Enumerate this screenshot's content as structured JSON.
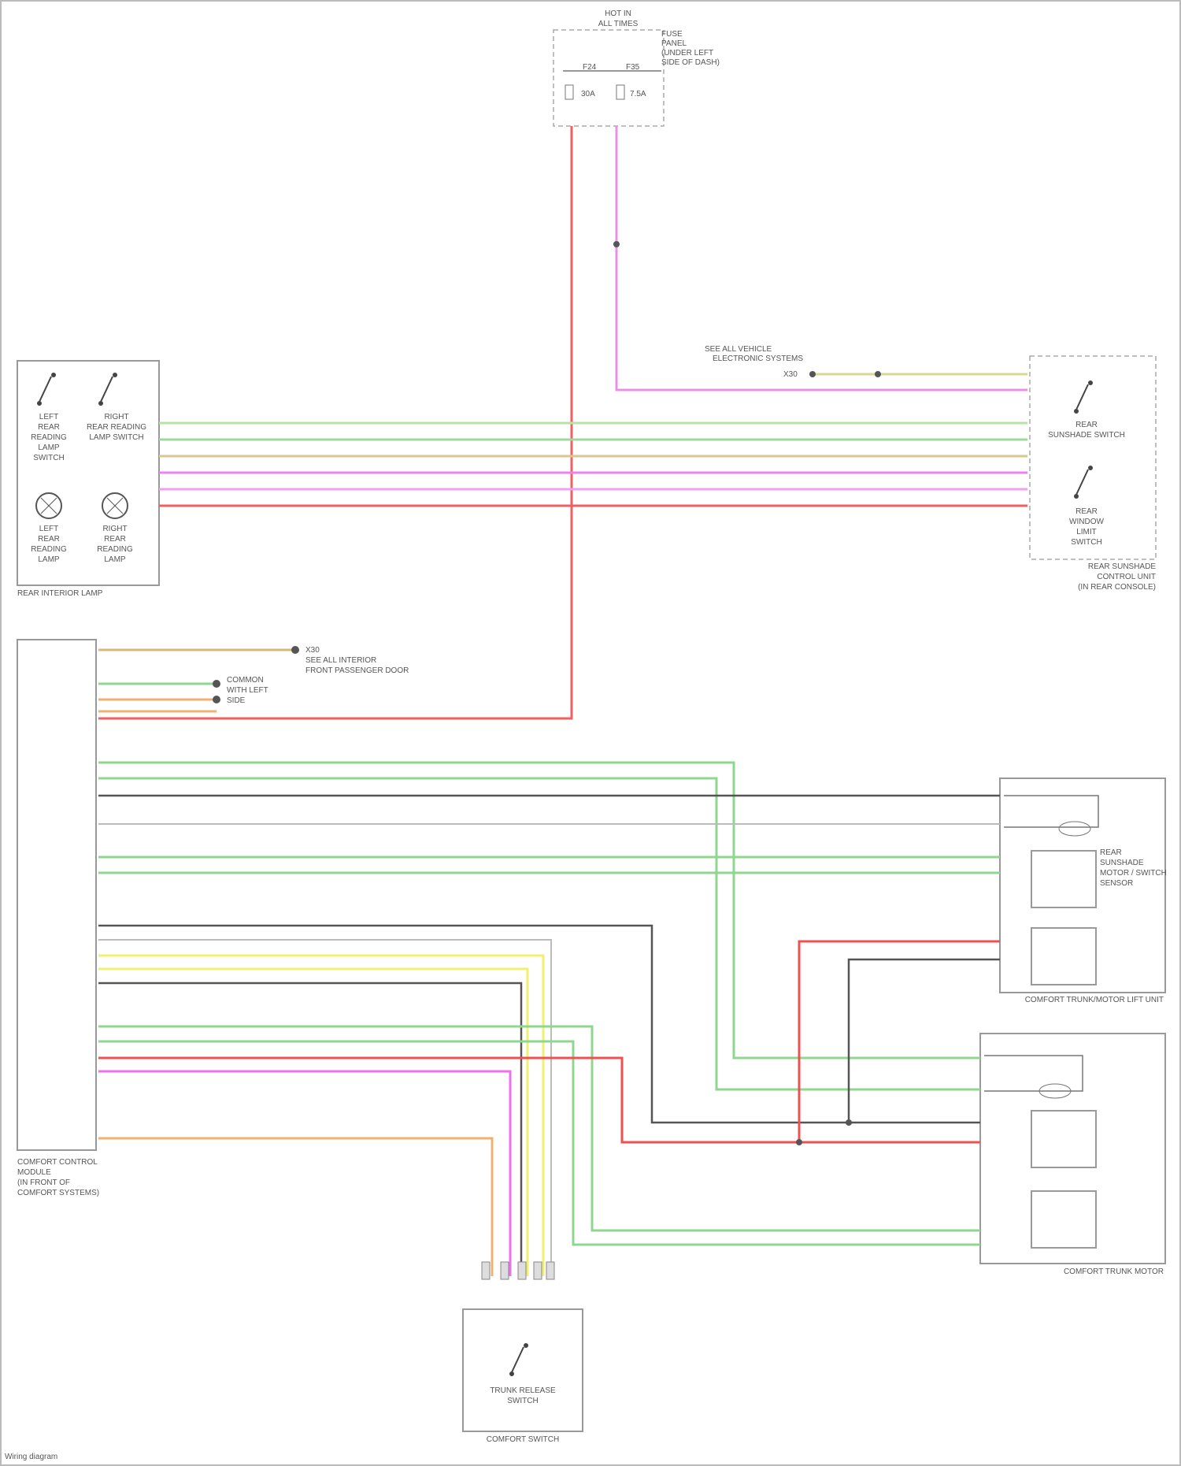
{
  "fuse_block": {
    "title_lines": [
      "HOT IN",
      "ALL TIMES"
    ],
    "box_lines": [
      "FUSE",
      "PANEL",
      "(UNDER LEFT",
      "SIDE OF DASH)"
    ],
    "fuses": [
      "F24",
      "F35"
    ],
    "amps": [
      "30A",
      "7.5A"
    ]
  },
  "left_switch_block": {
    "switch_labels": [
      [
        "LEFT",
        "REAR",
        "READING",
        "LAMP",
        "SWITCH"
      ],
      [
        "RIGHT",
        "REAR READING",
        "LAMP SWITCH"
      ]
    ],
    "lamp_labels": [
      [
        "LEFT",
        "REAR",
        "READING",
        "LAMP"
      ],
      [
        "RIGHT",
        "REAR",
        "READING",
        "LAMP"
      ]
    ],
    "caption": "REAR INTERIOR LAMP"
  },
  "right_switch_block": {
    "switch_labels": [
      [
        "REAR",
        "SUNSHADE SWITCH"
      ],
      [
        "REAR",
        "WINDOW",
        "LIMIT",
        "SWITCH"
      ]
    ],
    "caption_lines": [
      "REAR SUNSHADE",
      "CONTROL UNIT",
      "(IN REAR CONSOLE)"
    ]
  },
  "ground_note": {
    "lines": [
      "SEE ALL VEHICLE",
      "ELECTRONIC SYSTEMS"
    ],
    "code": "X30"
  },
  "module": {
    "caption_lines": [
      "COMFORT CONTROL",
      "MODULE",
      "(IN FRONT OF",
      "COMFORT SYSTEMS)"
    ],
    "note_lines": [
      "X30",
      "SEE ALL INTERIOR",
      "FRONT PASSENGER DOOR"
    ],
    "shared_note": [
      "COMMON",
      "WITH LEFT",
      "SIDE"
    ]
  },
  "right_box_upper": {
    "parts": [
      "REAR",
      "SUNSHADE",
      "MOTOR / SWITCH",
      "SENSOR"
    ],
    "caption": "COMFORT TRUNK/MOTOR LIFT UNIT"
  },
  "right_box_lower": {
    "caption": "COMFORT TRUNK MOTOR"
  },
  "bottom_switch": {
    "label_lines": [
      "TRUNK RELEASE",
      "SWITCH"
    ],
    "caption": "COMFORT SWITCH"
  },
  "footer": {
    "text": "Wiring diagram"
  },
  "wire_colors": {
    "green": "#8fd68f",
    "green_light": "#b5e3a5",
    "pink": "#f080f0",
    "red": "#f05050",
    "orange": "#f0b070",
    "yellow": "#f0f070",
    "gray": "#555555",
    "tan": "#d8c890"
  }
}
